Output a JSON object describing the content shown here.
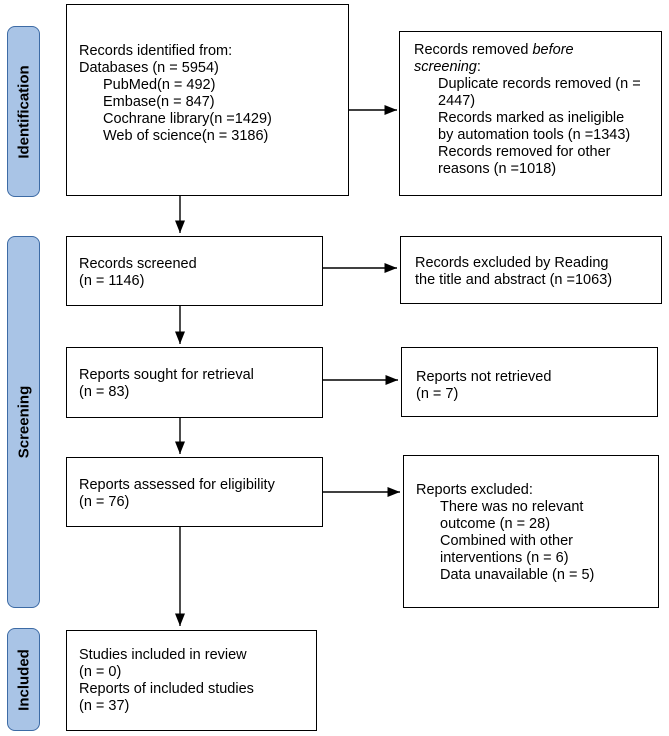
{
  "phases": {
    "identification": "Identification",
    "screening": "Screening",
    "included": "Included"
  },
  "boxes": {
    "identified": {
      "line1": "Records identified from:",
      "line2": "Databases (n = 5954)",
      "line3": "PubMed(n = 492)",
      "line4": "Embase(n = 847)",
      "line5": "Cochrane library(n =1429)",
      "line6": "Web of science(n = 3186)"
    },
    "removed": {
      "title_a": "Records removed ",
      "title_em": "before",
      "title_b": "screening",
      "title_colon": ":",
      "item1a": "Duplicate records removed (n =",
      "item1b": "2447)",
      "item2a": "Records marked as ineligible",
      "item2b": "by automation tools (n =1343)",
      "item3a": "Records removed for other",
      "item3b": "reasons (n =1018)"
    },
    "screened": {
      "line1": "Records screened",
      "line2": "(n = 1146)"
    },
    "excluded_title": {
      "line1": "Records excluded by Reading",
      "line2": "the title and abstract (n =1063)"
    },
    "sought": {
      "line1": "Reports sought for retrieval",
      "line2": "(n = 83)"
    },
    "not_retrieved": {
      "line1": "Reports not retrieved",
      "line2": "(n = 7)"
    },
    "assessed": {
      "line1": "Reports assessed for eligibility",
      "line2": "(n = 76)"
    },
    "reports_excluded": {
      "title": "Reports excluded:",
      "item1a": "There was no relevant",
      "item1b": "outcome (n = 28)",
      "item2a": "Combined with other",
      "item2b": "interventions (n = 6)",
      "item3": "Data unavailable (n = 5)"
    },
    "included": {
      "line1": "Studies included in review",
      "line2": "(n = 0)",
      "line3": "Reports of included studies",
      "line4": "(n = 37)"
    }
  }
}
